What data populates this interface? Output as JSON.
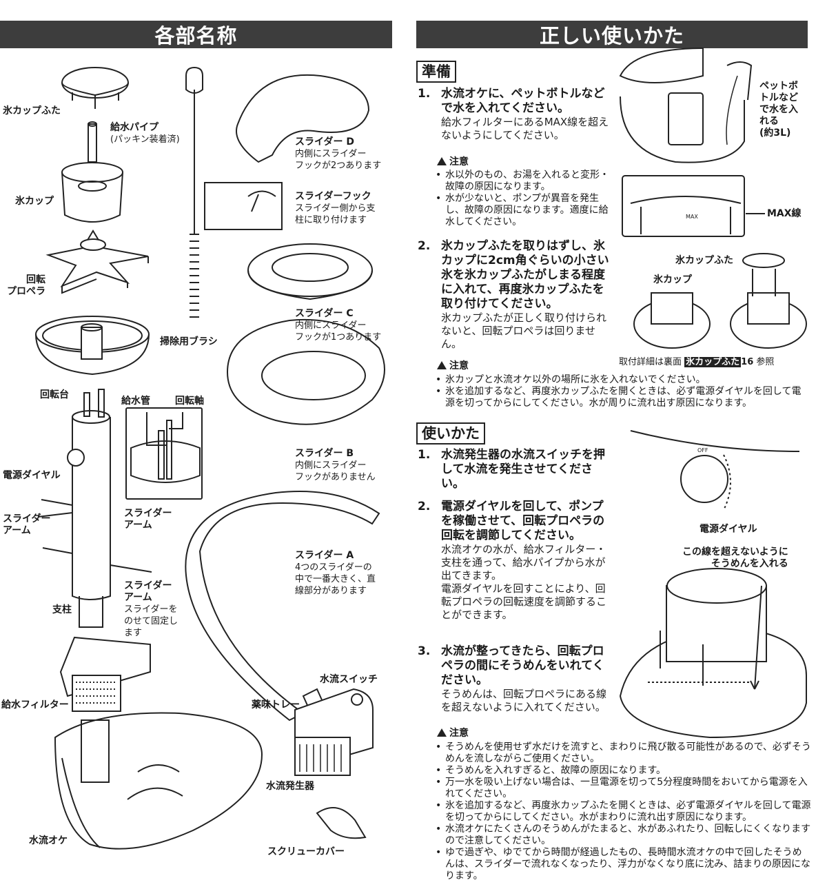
{
  "left": {
    "title": "各部名称",
    "labels": {
      "ice_cup_lid": "氷カップふた",
      "water_pipe": "給水パイプ",
      "water_pipe_note": "(パッキン装着済)",
      "ice_cup": "氷カップ",
      "propeller": "回転\nプロペラ",
      "rotating_base": "回転台",
      "feed_tube": "給水管",
      "rotating_shaft": "回転軸",
      "power_dial": "電源ダイヤル",
      "slider_arm_1": "スライダー\nアーム",
      "slider_arm_2": "スライダー\nアーム",
      "slider_arm_3": "スライダー\nアーム",
      "slider_arm_3_note": "スライダーを\nのせて固定し\nます",
      "pillar": "支柱",
      "water_filter": "給水フィルター",
      "cleaning_brush": "掃除用ブラシ",
      "slider_d": "スライダー D",
      "slider_d_note": "内側にスライダー\nフックが2つあります",
      "slider_hook": "スライダーフック",
      "slider_hook_note": "スライダー側から支\n柱に取り付けます",
      "slider_c": "スライダー C",
      "slider_c_note": "内側にスライダー\nフックが1つあります",
      "slider_b": "スライダー B",
      "slider_b_note": "内側にスライダー\nフックがありません",
      "slider_a": "スライダー A",
      "slider_a_note": "4つのスライダーの\n中で一番大きく、直\n線部分があります",
      "flow_switch": "水流スイッチ",
      "condiment_tray": "薬味トレー",
      "flow_generator": "水流発生器",
      "water_tub": "水流オケ",
      "screw_cover": "スクリューカバー"
    }
  },
  "right": {
    "title": "正しい使いかた",
    "prep": {
      "heading": "準備",
      "step1_num": "1.",
      "step1_head": "水流オケに、ペットボトルなどで水を入れてください。",
      "step1_body": "給水フィルターにあるMAX線を超えないようにしてください。",
      "caution_label": "注意",
      "caution1": [
        "水以外のもの、お湯を入れると変形・故障の原因になります。",
        "水が少ないと、ポンプが異音を発生し、故障の原因になります。適度に給水してください。"
      ],
      "bottle_label": "ペットボ\nトルなど\nで水を入\nれる\n(約3L)",
      "max_label": "MAX線",
      "max_mark": "MAX",
      "step2_num": "2.",
      "step2_head": "氷カップふたを取りはずし、氷カップに2cm角ぐらいの小さい氷を氷カップふたがしまる程度に入れて、再度氷カップふたを取り付けてください。",
      "step2_body": "氷カップふたが正しく取り付けられないと、回転プロペラは回りません。",
      "lid_label": "氷カップふた",
      "cup_label": "氷カップ",
      "ref_pre": "取付詳細は裏面",
      "ref_hl": "氷カップふた",
      "ref_num": "16",
      "ref_post": "参照",
      "caution2": [
        "氷カップと水流オケ以外の場所に氷を入れないでください。",
        "氷を追加するなど、再度氷カップふたを開くときは、必ず電源ダイヤルを回して電源を切ってからにしてください。水が周りに流れ出す原因になります。"
      ]
    },
    "use": {
      "heading": "使いかた",
      "step1_num": "1.",
      "step1_head": "水流発生器の水流スイッチを押して水流を発生させてください。",
      "step2_num": "2.",
      "step2_head": "電源ダイヤルを回して、ポンプを稼働させて、回転プロペラの回転を調節してください。",
      "step2_body": "水流オケの水が、給水フィルター・支柱を通って、給水パイプから水が出てきます。\n電源ダイヤルを回すことにより、回転プロペラの回転速度を調節することができます。",
      "dial_label": "電源ダイヤル",
      "off_mark": "OFF",
      "limit_label": "この線を超えないように\nそうめんを入れる",
      "step3_num": "3.",
      "step3_head": "水流が整ってきたら、回転プロペラの間にそうめんをいれてください。",
      "step3_body": "そうめんは、回転プロペラにある線を超えないように入れてください。",
      "caution3": [
        "そうめんを使用せず水だけを流すと、まわりに飛び散る可能性があるので、必ずそうめんを流しながらご使用ください。",
        "そうめんを入れすぎると、故障の原因になります。",
        "万一水を吸い上げない場合は、一旦電源を切って5分程度時間をおいてから電源を入れてください。",
        "氷を追加するなど、再度氷カップふたを開くときは、必ず電源ダイヤルを回して電源を切ってからにしてください。水がまわりに流れ出す原因になります。",
        "水流オケにたくさんのそうめんがたまると、水があふれたり、回転しにくくなりますので注意してください。",
        "ゆで過ぎや、ゆでてから時間が経過したもの、長時間水流オケの中で回したそうめんは、スライダーで流れなくなったり、浮力がなくなり底に沈み、詰まりの原因になります。"
      ]
    }
  }
}
